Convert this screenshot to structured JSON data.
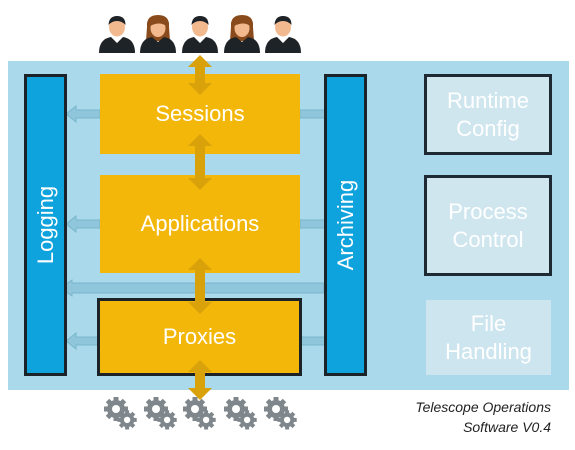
{
  "diagram": {
    "users": [
      "user-male-icon",
      "user-female-icon",
      "user-male-icon",
      "user-female-icon",
      "user-male-icon"
    ],
    "devices": [
      "gears-icon",
      "gears-icon",
      "gears-icon",
      "gears-icon",
      "gears-icon"
    ],
    "left_bar": "Logging",
    "right_bar": "Archiving",
    "modules": [
      "Sessions",
      "Applications",
      "Proxies"
    ],
    "services": [
      {
        "line1": "Runtime",
        "line2": "Config"
      },
      {
        "line1": "Process",
        "line2": "Control"
      },
      {
        "line1": "File",
        "line2": "Handling"
      }
    ],
    "caption": {
      "line1": "Telescope Operations",
      "line2": "Software V0.4"
    },
    "colors": {
      "panel": "#a9d9ea",
      "bar": "#0fa3dd",
      "module": "#f3b70a",
      "arrow": "#d9a20a",
      "side_arrow": "#8fc6db"
    }
  }
}
